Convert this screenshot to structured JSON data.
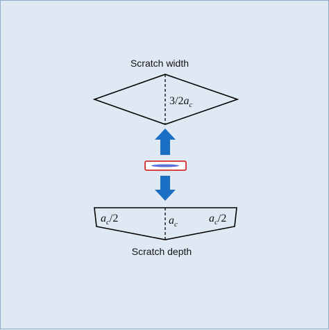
{
  "colors": {
    "background": "#dfe9f4",
    "frame_border": "#8fa8c4",
    "shape_stroke": "#000000",
    "arrow_fill": "#1a6fc4",
    "sample_box": "#d42a2a",
    "sample_mark": "#5c6fd6"
  },
  "top": {
    "title": "Scratch width",
    "dim_label": {
      "prefix": "3/2",
      "var": "a",
      "sub": "c"
    }
  },
  "bottom": {
    "title": "Scratch depth",
    "left_label": {
      "var": "a",
      "sub": "c",
      "suffix": "/2"
    },
    "center_label": {
      "var": "a",
      "sub": "c"
    },
    "right_label": {
      "var": "a",
      "sub": "c",
      "suffix": "/2"
    }
  },
  "icons": {
    "up_arrow": "up-arrow-icon",
    "down_arrow": "down-arrow-icon",
    "sample": "scratch-sample-icon"
  }
}
